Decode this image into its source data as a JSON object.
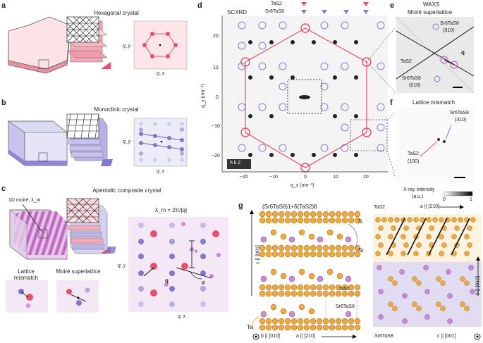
{
  "panels": {
    "a": {
      "label": "a",
      "title": "Hexagonal crystal",
      "qy": "q_y",
      "qx": "q_x"
    },
    "b": {
      "label": "b",
      "title": "Monoclinic crystal",
      "qy": "q_y",
      "qx": "q_x"
    },
    "c": {
      "label": "c",
      "title": "Aperiodic composite crystal",
      "moire_label": "1D moiré, λ_m",
      "lattice_mismatch": "Lattice mismatch",
      "moire_superlattice": "Moiré superlattice",
      "formula": "λ_m = 2π/|q|",
      "q": "q",
      "n": "n",
      "phi": "φ",
      "qy": "q_y",
      "qx": "q_x"
    },
    "d": {
      "label": "d",
      "scxrd": "SCXRD",
      "legend_tas2": "TaS2",
      "legend_sr6tas8": "Sr6TaS8",
      "hk2": "h k 2",
      "ylabel": "q_y (nm⁻¹)",
      "xlabel": "q_x (nm⁻¹)",
      "xticks": [
        "−20",
        "−10",
        "0",
        "10",
        "20"
      ],
      "yticks": [
        "20",
        "10",
        "0",
        "−10",
        "−20"
      ]
    },
    "e": {
      "label": "e",
      "title": "WAXS",
      "subtitle": "Moiré superlattice",
      "sr6_top": "Sr6TaS8",
      "sr6_top_idx": "(010)",
      "tas2": "TaS2",
      "sr6_bot": "Sr6TaS8",
      "sr6_bot_idx": "(010)",
      "q": "q"
    },
    "f": {
      "label": "f",
      "title": "Lattice mismatch",
      "sr6": "Sr6TaS8",
      "sr6_idx": "(310)",
      "tas2": "TaS2",
      "tas2_idx": "(100)",
      "colorbar_title": "X-ray intensity",
      "colorbar_unit": "(a.u.)",
      "cb_min": "0",
      "cb_max": "1"
    },
    "g": {
      "label": "g",
      "formula": "(Sr6TaS8)1+δ(TaS2)8",
      "left_axis": "c || [001]",
      "s": "S",
      "sr": "Sr",
      "ta": "Ta",
      "tas2_mid": "TaS2",
      "sr6_mid": "Sr6TaS8",
      "b_bottom": "b || [010]",
      "a_bottom": "a || [210]",
      "tas2_right": "TaS2",
      "a_right": "a || [210]",
      "b_right": "b || [010]",
      "sr6_right": "Sr6TaS8",
      "c_right": "c || [001]"
    }
  },
  "colors": {
    "pink": "#e8506a",
    "pink_light": "#f7c9d2",
    "lilac": "#7f78cf",
    "lilac_light": "#d9d6f2",
    "gold": "#f2a93b",
    "sr": "#c78bd8"
  }
}
